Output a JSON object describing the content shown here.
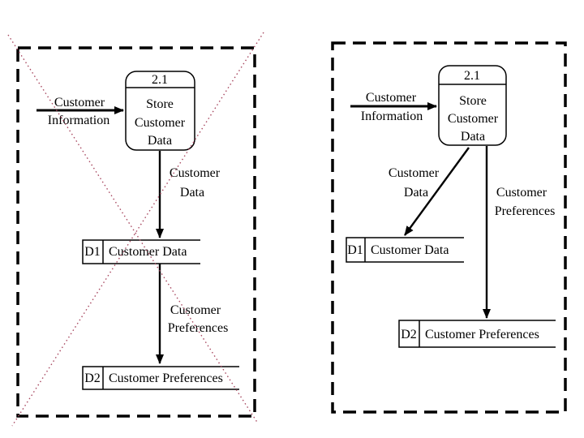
{
  "colors": {
    "line": "#000000",
    "cross_mark": "#a84860",
    "background": "#ffffff"
  },
  "incorrect_example": {
    "process": {
      "number": "2.1",
      "name": [
        "Store",
        "Customer",
        "Data"
      ]
    },
    "input_flow": {
      "label": [
        "Customer",
        "Information"
      ]
    },
    "flow_process_to_d1": {
      "label": [
        "Customer",
        "Data"
      ]
    },
    "flow_d1_to_d2": {
      "label": [
        "Customer",
        "Preferences"
      ]
    },
    "data_store_d1": {
      "id": "D1",
      "name": "Customer Data"
    },
    "data_store_d2": {
      "id": "D2",
      "name": "Customer Preferences"
    }
  },
  "correct_example": {
    "process": {
      "number": "2.1",
      "name": [
        "Store",
        "Customer",
        "Data"
      ]
    },
    "input_flow": {
      "label": [
        "Customer",
        "Information"
      ]
    },
    "flow_process_to_d1": {
      "label": [
        "Customer",
        "Data"
      ]
    },
    "flow_process_to_d2": {
      "label": [
        "Customer",
        "Preferences"
      ]
    },
    "data_store_d1": {
      "id": "D1",
      "name": "Customer Data"
    },
    "data_store_d2": {
      "id": "D2",
      "name": "Customer Preferences"
    }
  }
}
